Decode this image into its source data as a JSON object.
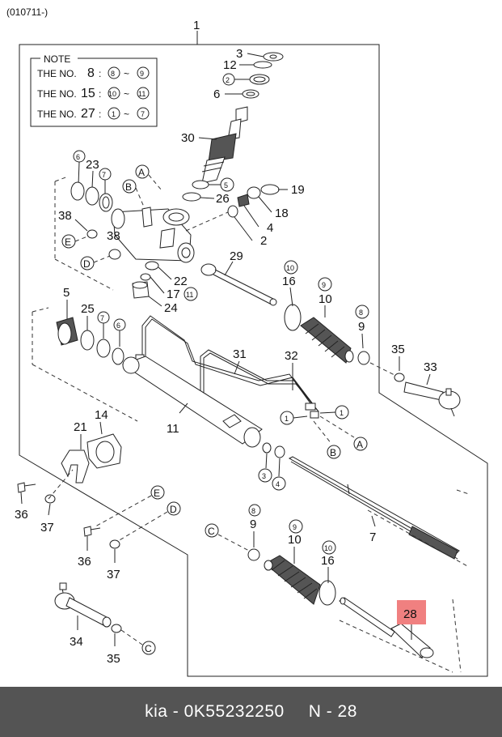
{
  "header": {
    "code": "(010711-)"
  },
  "note": {
    "title": "NOTE",
    "rows": [
      {
        "prefix": "THE NO.",
        "num": "8",
        "from": "8",
        "to": "9"
      },
      {
        "prefix": "THE NO.",
        "num": "15",
        "from": "10",
        "to": "11"
      },
      {
        "prefix": "THE NO.",
        "num": "27",
        "from": "1",
        "to": "7"
      }
    ]
  },
  "callouts": {
    "n1": "1",
    "n3": "3",
    "n12": "12",
    "c2a": "2",
    "n6a": "6",
    "n30": "30",
    "c6b": "6",
    "n23": "23",
    "c7a": "7",
    "A1": "A",
    "B1": "B",
    "c5a": "5",
    "n26": "26",
    "n38a": "38",
    "E1": "E",
    "n38b": "38",
    "D1": "D",
    "n19": "19",
    "n18": "18",
    "n4": "4",
    "n2": "2",
    "n29": "29",
    "c10a": "10",
    "n16a": "16",
    "n22": "22",
    "n17": "17",
    "c11": "11",
    "n24": "24",
    "n5": "5",
    "n25": "25",
    "c7b": "7",
    "c6c": "6",
    "c9a": "9",
    "n10a": "10",
    "c8a": "8",
    "n9a": "9",
    "n31": "31",
    "n32": "32",
    "n35a": "35",
    "n33": "33",
    "n11": "11",
    "c1a": "1",
    "c1b": "1",
    "B2": "B",
    "A2": "A",
    "n21": "21",
    "n14": "14",
    "c3": "3",
    "c4": "4",
    "n36a": "36",
    "n37a": "37",
    "E2": "E",
    "D2": "D",
    "n36b": "36",
    "n37b": "37",
    "n7": "7",
    "C1": "C",
    "c8b": "8",
    "n9b": "9",
    "c9b": "9",
    "n10b": "10",
    "c10b": "10",
    "n16b": "16",
    "n28": "28",
    "n34": "34",
    "n35b": "35",
    "C2": "C"
  },
  "highlight": {
    "label": "28",
    "color": "#f08080"
  },
  "footer": {
    "brand": "kia - 0K55232250",
    "ref": "N - 28"
  }
}
